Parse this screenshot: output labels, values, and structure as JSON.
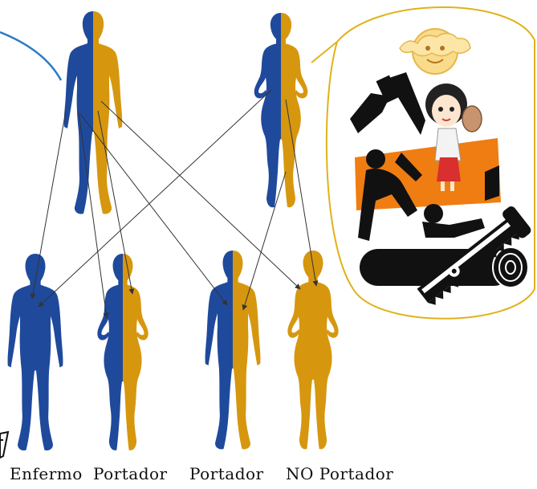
{
  "labels": {
    "enfermo": "Enfermo",
    "portador_1": "Portador",
    "portador_2": "Portador",
    "no_portador": "NO Portador"
  },
  "colors": {
    "blue": "#1f4a9c",
    "gold": "#d6970f",
    "arrow": "#333333",
    "callout_blue": "#2b7cc4",
    "callout_gold": "#e0b21a",
    "orange": "#ef7d12",
    "black": "#111111"
  },
  "figures": {
    "father": "hemophilia carrier father silhouette (blue/gold split)",
    "mother": "carrier mother silhouette (blue/gold split)"
  }
}
